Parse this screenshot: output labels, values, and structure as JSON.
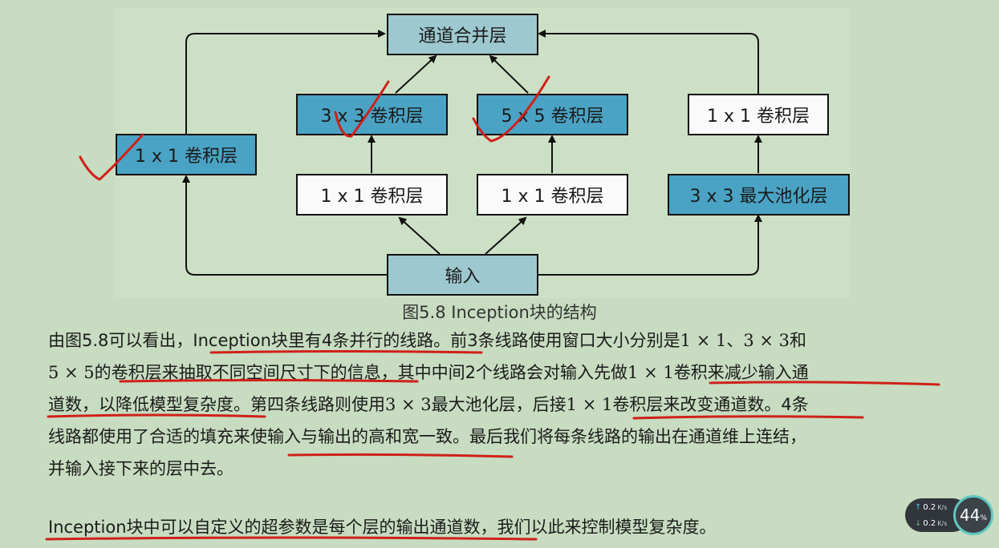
{
  "diagram": {
    "nodes": {
      "merge": "通道合并层",
      "branch1_conv1": "1 x 1 卷积层",
      "branch2_conv1": "1 x 1 卷积层",
      "branch2_conv3": "3 x 3 卷积层",
      "branch3_conv1": "1 x 1 卷积层",
      "branch3_conv5": "5 x 5 卷积层",
      "branch4_pool": "3 x 3 最大池化层",
      "branch4_conv1": "1 x 1 卷积层",
      "input": "输入"
    },
    "colors": {
      "blue_box": "#4aa3c4",
      "white_box": "#fafafa",
      "gray_box": "#9ec8cf",
      "annotation_red": "#d0201a"
    }
  },
  "caption": "图5.8 Inception块的结构",
  "paragraph1": {
    "l1_a": "由图5.8可以看出，Inception块里有4条并行的线路。前3条线路使用窗口大小分别是",
    "l1_m1": "1 × 1",
    "l1_b": "、",
    "l1_m2": "3 × 3",
    "l1_c": "和",
    "l2_m1": "5 × 5",
    "l2_a": "的卷积层来抽取不同空间尺寸下的信息，其中中间2个线路会对输入先做",
    "l2_m2": "1 × 1",
    "l2_b": "卷积来减少输入通",
    "l3_a": "道数，以降低模型复杂度。第四条线路则使用",
    "l3_m1": "3 × 3",
    "l3_b": "最大池化层，后接",
    "l3_m2": "1 × 1",
    "l3_c": "卷积层来改变通道数。4条",
    "l4": "线路都使用了合适的填充来使输入与输出的高和宽一致。最后我们将每条线路的输出在通道维上连结，",
    "l5": "并输入接下来的层中去。"
  },
  "paragraph2": "Inception块中可以自定义的超参数是每个层的输出通道数，我们以此来控制模型复杂度。",
  "net_monitor": {
    "up_speed": "0.2",
    "down_speed": "0.2",
    "unit": "K/s",
    "cpu_value": "44",
    "cpu_unit": "%"
  }
}
